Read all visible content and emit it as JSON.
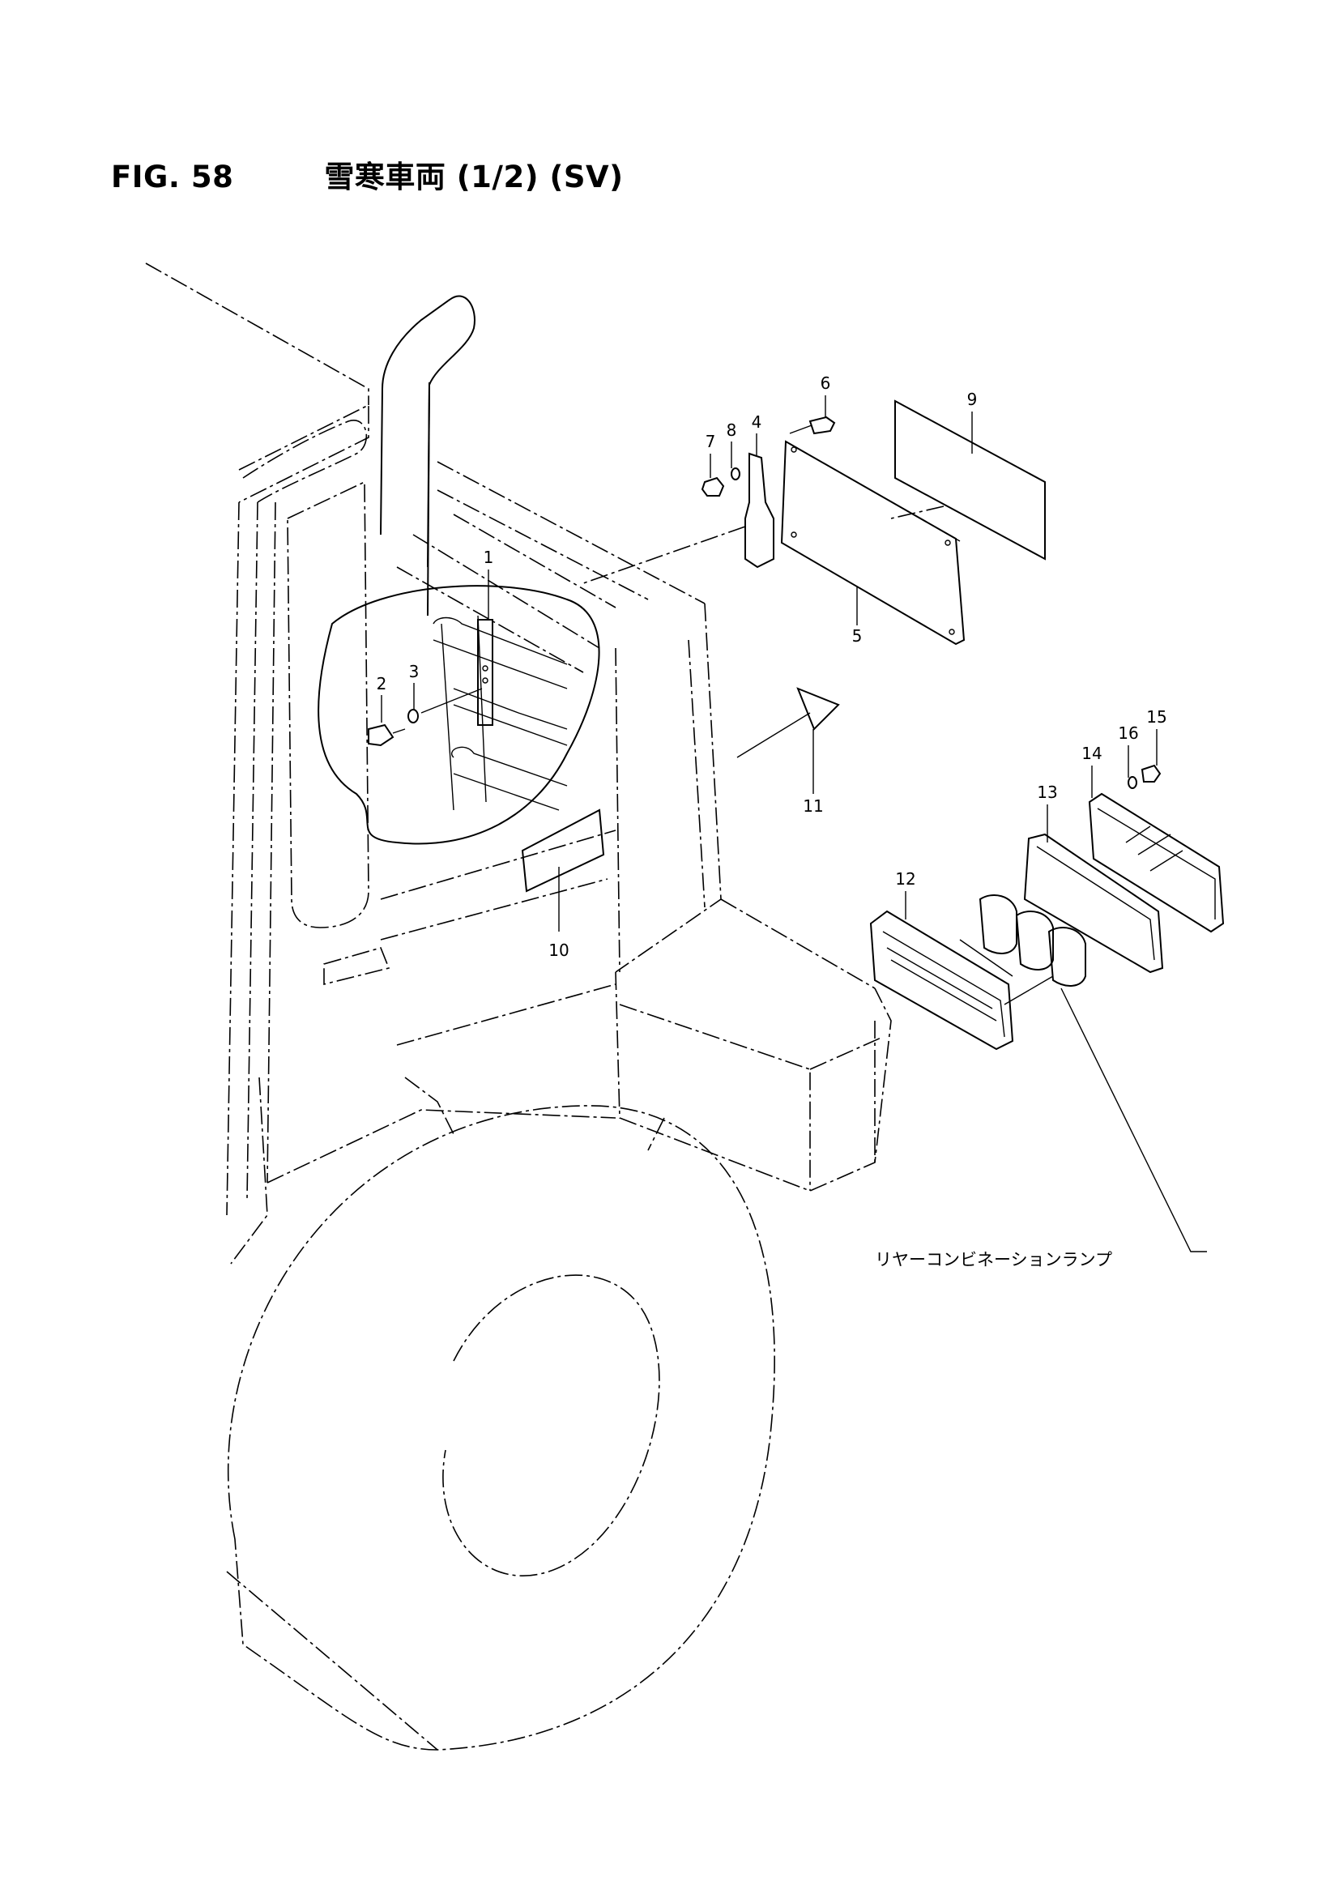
{
  "figure": {
    "number": "FIG. 58",
    "title": "雪寒車両 (1/2) (SV)"
  },
  "callouts": [
    "1",
    "2",
    "3",
    "4",
    "5",
    "6",
    "7",
    "8",
    "9",
    "10",
    "11",
    "12",
    "13",
    "14",
    "15",
    "16"
  ],
  "notes": {
    "rear_combination_lamp": "リヤーコンビネーションランプ"
  }
}
